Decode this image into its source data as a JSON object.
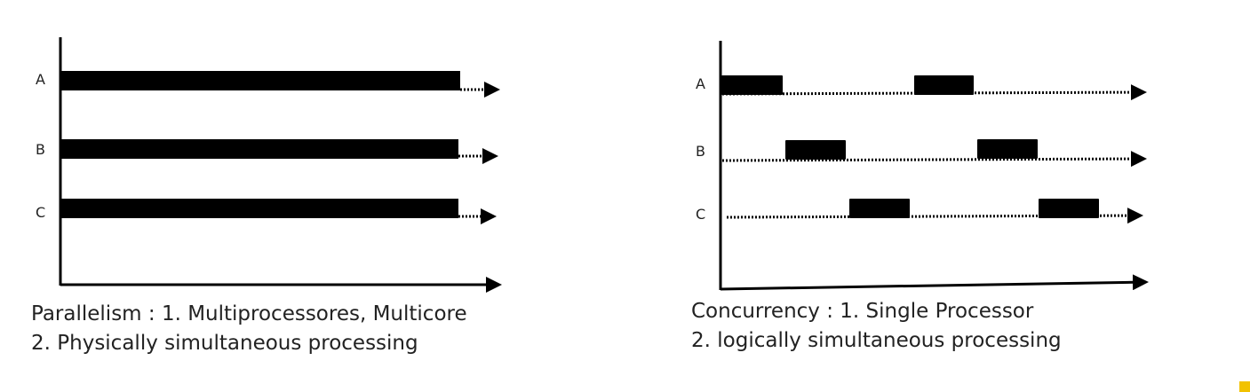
{
  "parallelism": {
    "rows": [
      "A",
      "B",
      "C"
    ],
    "caption_line1": "Parallelism : 1. Multiprocessores, Multicore",
    "caption_line2": "2. Physically simultaneous processing"
  },
  "concurrency": {
    "rows": [
      "A",
      "B",
      "C"
    ],
    "caption_line1": "Concurrency : 1. Single Processor",
    "caption_line2": "2. logically simultaneous processing"
  },
  "colors": {
    "bar": "#000000",
    "text": "#222222",
    "corner_accent": "#f2c200"
  }
}
